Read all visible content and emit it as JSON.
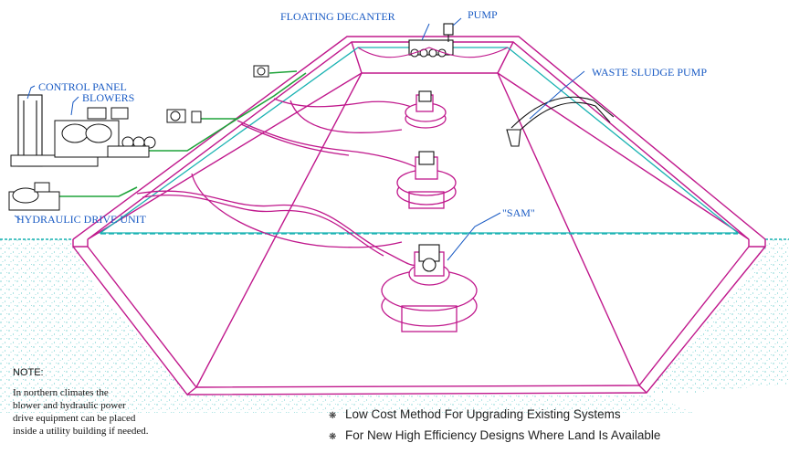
{
  "labels": {
    "floating_decanter": "FLOATING DECANTER",
    "pump": "PUMP",
    "control_panel": "CONTROL PANEL",
    "blowers": "BLOWERS",
    "waste_sludge_pump": "WASTE SLUDGE PUMP",
    "hydraulic_drive_unit": "HYDRAULIC DRIVE UNIT",
    "sam": "\"SAM\""
  },
  "note": {
    "heading": "NOTE:",
    "lines": [
      "In northern climates the",
      "blower and hydraulic power",
      "drive equipment can be placed",
      "inside a utility building if needed."
    ]
  },
  "bullets": [
    "Low Cost Method For Upgrading Existing Systems",
    "For New High Efficiency Designs Where Land Is Available"
  ],
  "colors": {
    "structure": "#c0188c",
    "label": "#1a5bc4",
    "water": "#19b2b2",
    "air_line": "#1fa33a",
    "soil": "#19b2b2",
    "equipment": "#111111"
  },
  "icons": {
    "bullet": "asterisk-bullet-icon"
  }
}
